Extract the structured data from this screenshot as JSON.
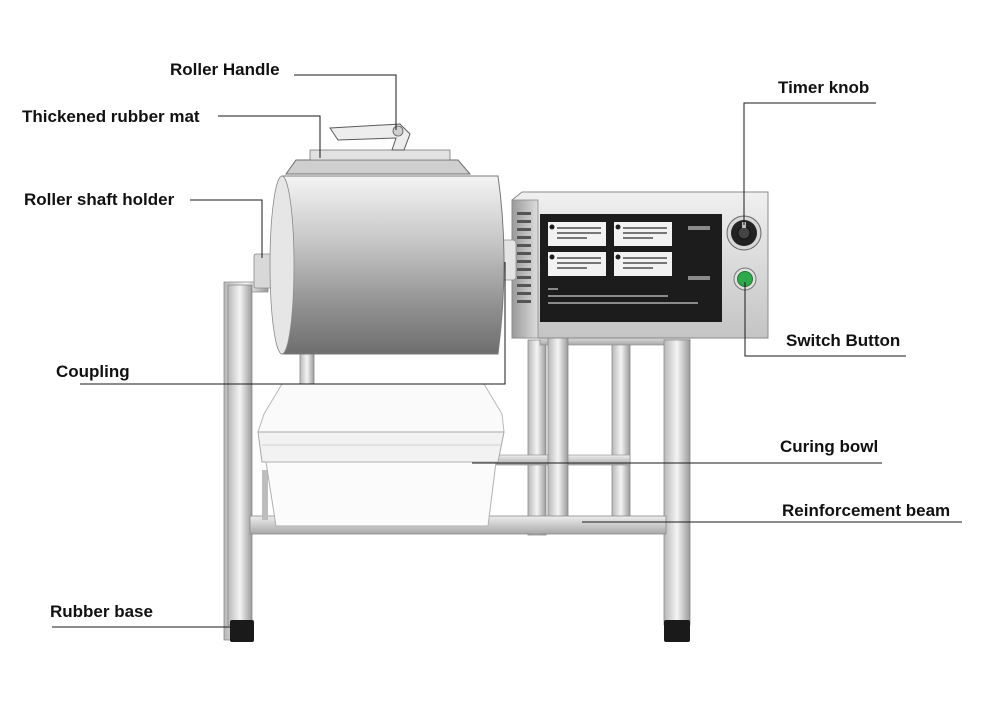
{
  "diagram": {
    "labels": {
      "roller_handle": "Roller Handle",
      "rubber_mat": "Thickened rubber mat",
      "shaft_holder": "Roller shaft holder",
      "coupling": "Coupling",
      "rubber_base": "Rubber base",
      "timer_knob": "Timer knob",
      "switch_button": "Switch Button",
      "curing_bowl": "Curing bowl",
      "reinforcement_beam": "Reinforcement beam"
    },
    "colors": {
      "steel_light": "#f2f2f2",
      "steel_dark": "#8c8c8c",
      "panel_black": "#1c1c1c",
      "switch_green": "#2ea84a",
      "rubber_black": "#1a1a1a",
      "bowl_white": "#fafafa"
    }
  }
}
